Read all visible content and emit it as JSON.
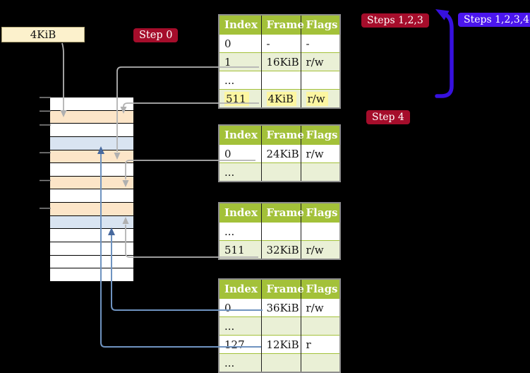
{
  "figure": {
    "frame_size_label": "4KiB",
    "badges": {
      "step0": "Step 0",
      "steps123": "Steps 1,2,3",
      "steps1234": "Steps 1,2,3,4",
      "step4": "Step 4"
    }
  },
  "memory": {
    "rows": [
      "white",
      "orange",
      "white",
      "blue",
      "orange",
      "white",
      "orange",
      "white",
      "orange",
      "blue",
      "white",
      "white",
      "white",
      "white"
    ]
  },
  "tables": [
    {
      "name": "page-table-level-4",
      "headers": [
        "Index",
        "Frame",
        "Flags"
      ],
      "rows": [
        {
          "cells": [
            "0",
            "-",
            "-"
          ],
          "shaded": false,
          "highlight": false
        },
        {
          "cells": [
            "1",
            "16KiB",
            "r/w"
          ],
          "shaded": true,
          "highlight": false
        },
        {
          "cells": [
            "...",
            "",
            ""
          ],
          "shaded": false,
          "highlight": false
        },
        {
          "cells": [
            "511",
            "4KiB",
            "r/w"
          ],
          "shaded": true,
          "highlight": true
        }
      ]
    },
    {
      "name": "page-table-level-3",
      "headers": [
        "Index",
        "Frame",
        "Flags"
      ],
      "rows": [
        {
          "cells": [
            "0",
            "24KiB",
            "r/w"
          ],
          "shaded": false,
          "highlight": false
        },
        {
          "cells": [
            "...",
            "",
            ""
          ],
          "shaded": true,
          "highlight": false
        }
      ]
    },
    {
      "name": "page-table-level-2",
      "headers": [
        "Index",
        "Frame",
        "Flags"
      ],
      "rows": [
        {
          "cells": [
            "...",
            "",
            ""
          ],
          "shaded": false,
          "highlight": false
        },
        {
          "cells": [
            "511",
            "32KiB",
            "r/w"
          ],
          "shaded": true,
          "highlight": false
        }
      ]
    },
    {
      "name": "page-table-level-1",
      "headers": [
        "Index",
        "Frame",
        "Flags"
      ],
      "rows": [
        {
          "cells": [
            "0",
            "36KiB",
            "r/w"
          ],
          "shaded": false,
          "highlight": false
        },
        {
          "cells": [
            "...",
            "",
            ""
          ],
          "shaded": true,
          "highlight": false
        },
        {
          "cells": [
            "127",
            "12KiB",
            "r"
          ],
          "shaded": false,
          "highlight": false
        },
        {
          "cells": [
            "...",
            "",
            ""
          ],
          "shaded": true,
          "highlight": false
        }
      ]
    }
  ],
  "colors": {
    "background": "#000000",
    "badge_red": "#a50d2b",
    "badge_blue": "#4b16ee",
    "table_header_green": "#a3c139",
    "table_row_green": "#eaf0d6",
    "highlight_yellow": "#fdf6a1",
    "frame_label_cream": "#fcf1cc",
    "memory_frame_orange": "#fce5c8",
    "memory_frame_blue": "#d9e4f1",
    "connector_gray": "#b3b3b3",
    "connector_steel_blue": "#6f93c0",
    "loop_arrow_blue": "#3711df"
  }
}
